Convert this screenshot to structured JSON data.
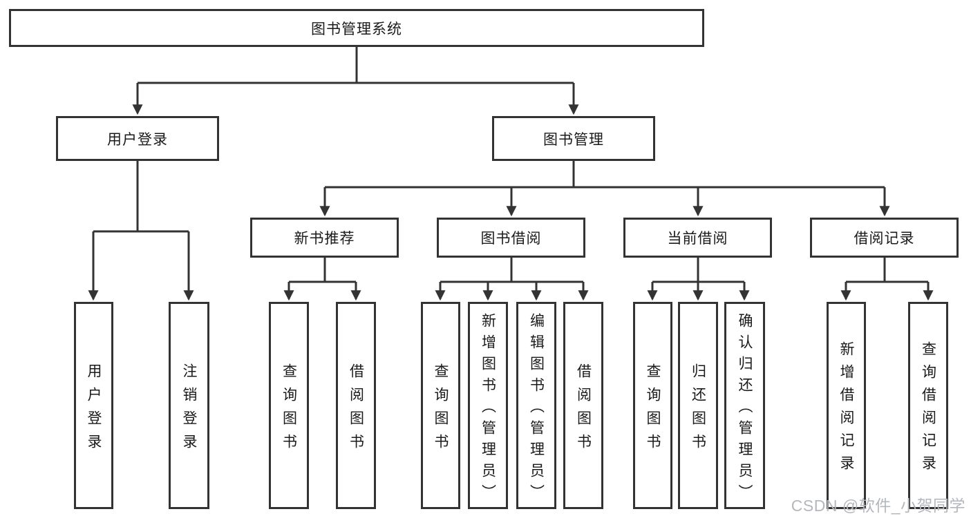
{
  "root": {
    "label": "图书管理系统"
  },
  "level2": {
    "user_login": {
      "label": "用户登录"
    },
    "book_mgmt": {
      "label": "图书管理"
    }
  },
  "level3": {
    "new_book": {
      "label": "新书推荐"
    },
    "borrow": {
      "label": "图书借阅"
    },
    "current": {
      "label": "当前借阅"
    },
    "records": {
      "label": "借阅记录"
    }
  },
  "leaves": {
    "user_login": {
      "login": "用户登录",
      "logout": "注销登录"
    },
    "new_book": {
      "query": "查询图书",
      "borrow": "借阅图书"
    },
    "borrow": {
      "query": "查询图书",
      "add": "新增图书（管理员）",
      "edit": "编辑图书（管理员）",
      "lend": "借阅图书"
    },
    "current": {
      "query": "查询图书",
      "return": "归还图书",
      "confirm": "确认归还（管理员）"
    },
    "records": {
      "add": "新增借阅记录",
      "query": "查询借阅记录"
    }
  },
  "watermark": "CSDN @软件_小贺同学",
  "colors": {
    "line": "#333333",
    "text": "#1a1a1a",
    "background": "#ffffff",
    "watermark": "#b4b7bc"
  }
}
